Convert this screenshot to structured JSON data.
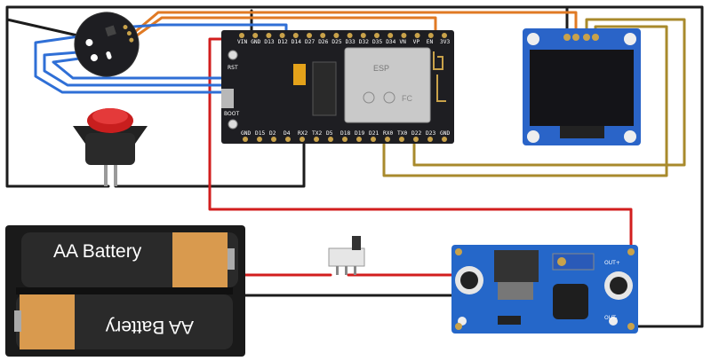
{
  "esp32": {
    "top_pin_labels": [
      "VIN",
      "GND",
      "D13",
      "D12",
      "D14",
      "D27",
      "D26",
      "D25",
      "D33",
      "D32",
      "D35",
      "D34",
      "VN",
      "VP",
      "EN",
      "3V3"
    ],
    "bottom_pin_labels": [
      "GND",
      "D15",
      "D2",
      "D4",
      "RX2",
      "TX2",
      "D5",
      "D18",
      "D19",
      "D21",
      "RX0",
      "TX0",
      "D22",
      "D23",
      "GND"
    ],
    "rst_label": "RST",
    "boot_label": "BOOT",
    "en_label": "EN"
  },
  "battery_top": {
    "label": "AA Battery"
  },
  "battery_bottom": {
    "label": "AA Battery"
  },
  "booster": {
    "out_plus": "OUT+",
    "out_minus": "OUT-"
  },
  "colors": {
    "wire_black": "#1c1c1c",
    "wire_red": "#d21e1e",
    "wire_blue": "#2f6fd6",
    "wire_orange": "#e07a24",
    "wire_olive": "#a88a2c",
    "board_dark": "#1e1e22",
    "oled_blue": "#2a64c8",
    "booster_blue": "#2567c9"
  }
}
